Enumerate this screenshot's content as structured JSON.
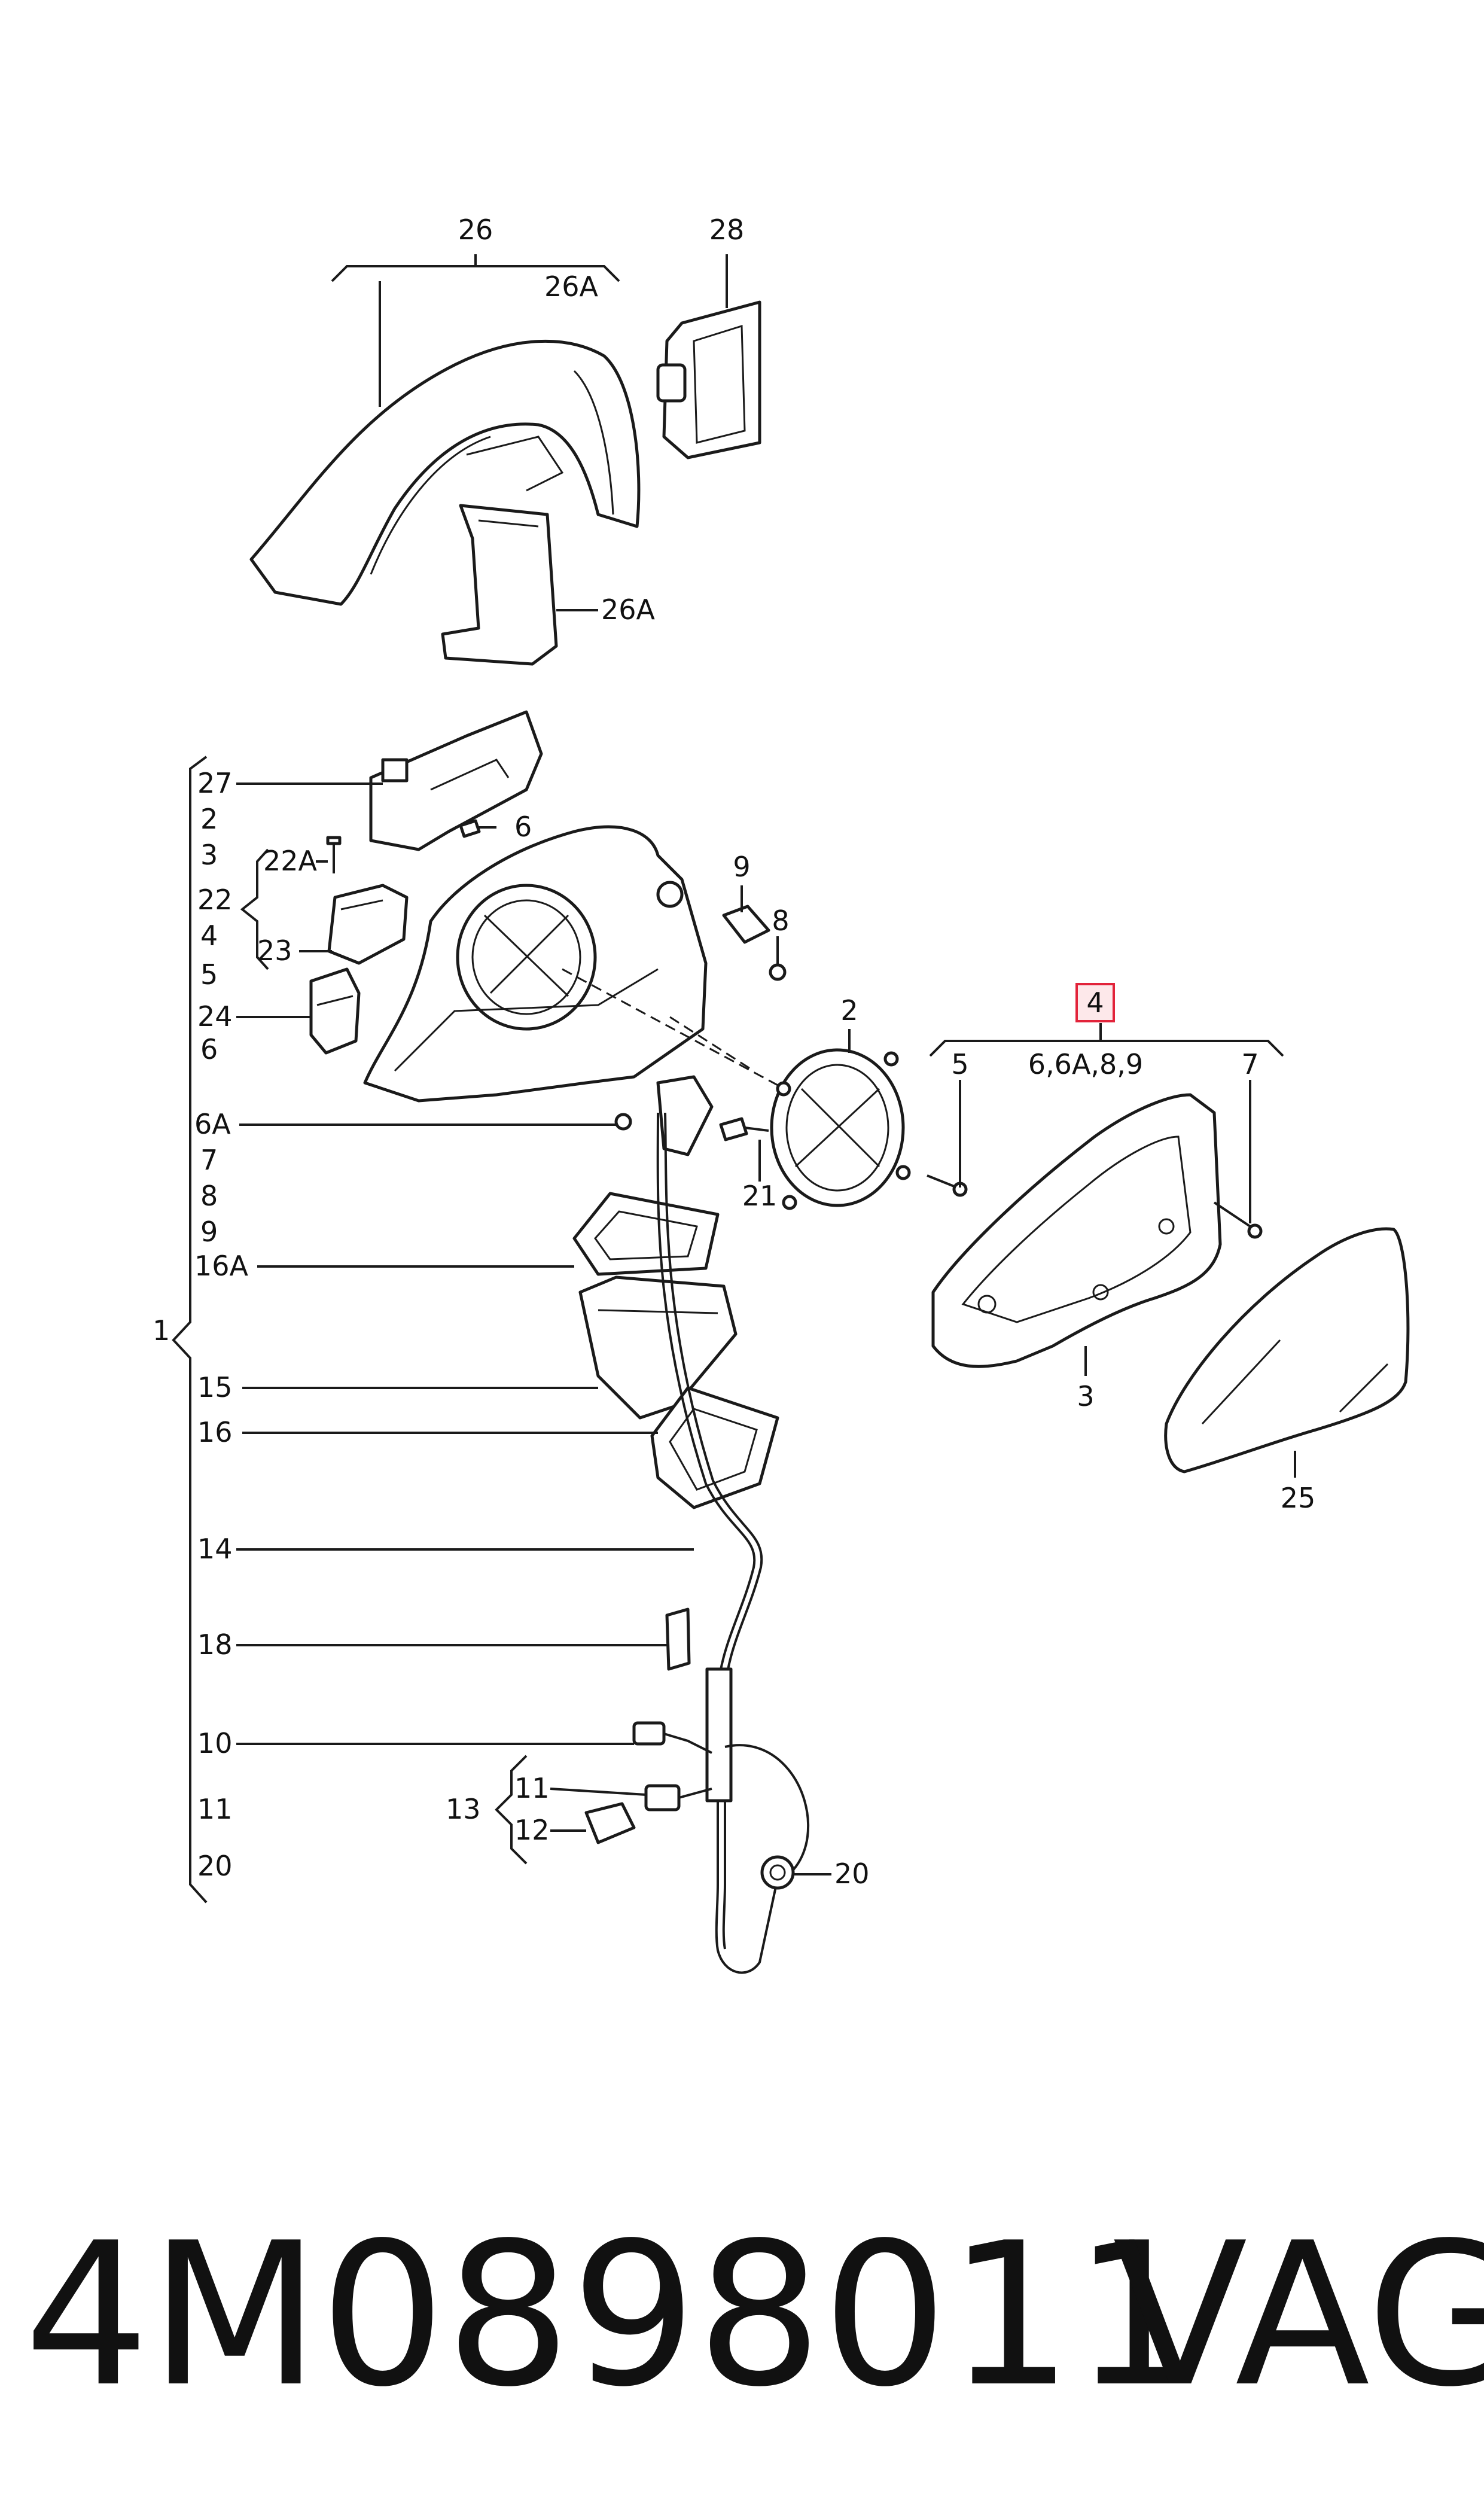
{
  "labels": {
    "l26": "26",
    "l26A_top": "26A",
    "l28": "28",
    "l26A_side": "26A",
    "l1": "1",
    "l27": "27",
    "l2_list": "2",
    "l3_list": "3",
    "l22A": "22A",
    "l22": "22",
    "l4_list": "4",
    "l23": "23",
    "l5_list": "5",
    "l24": "24",
    "l6_list": "6",
    "l6_screw": "6",
    "l9": "9",
    "l8": "8",
    "l2_motor": "2",
    "l6A": "6A",
    "l7_list": "7",
    "l8_list": "8",
    "l9_list": "9",
    "l21": "21",
    "l16A": "16A",
    "l15": "15",
    "l16": "16",
    "l14": "14",
    "l18": "18",
    "l10": "10",
    "l13": "13",
    "l11_list": "11",
    "l11": "11",
    "l12": "12",
    "l20_list": "20",
    "l20": "20",
    "l4_box": "4",
    "l5": "5",
    "l6set": "6,6A,8,9",
    "l7": "7",
    "l3": "3",
    "l25": "25"
  },
  "footer": {
    "part_number": "4M0898011",
    "manufacturer": "VAG"
  },
  "colors": {
    "ink": "#1a1a1a",
    "highlight_stroke": "#e2233a",
    "highlight_fill": "#fde8ea"
  }
}
